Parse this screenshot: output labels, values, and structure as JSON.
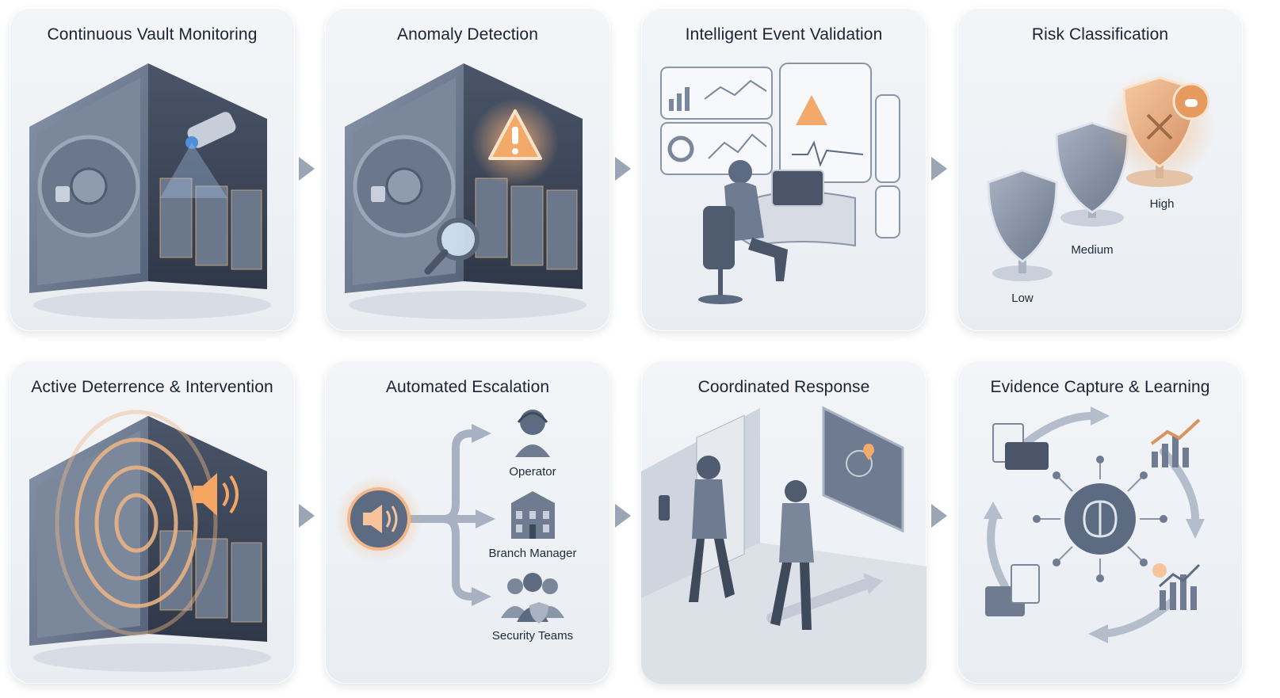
{
  "cards": [
    {
      "title": "Continuous Vault Monitoring"
    },
    {
      "title": "Anomaly Detection"
    },
    {
      "title": "Intelligent Event Validation"
    },
    {
      "title": "Risk Classification",
      "levels": [
        "Low",
        "Medium",
        "High"
      ]
    },
    {
      "title": "Active Deterrence & Intervention"
    },
    {
      "title": "Automated Escalation",
      "recipients": [
        "Operator",
        "Branch Manager",
        "Security Teams"
      ]
    },
    {
      "title": "Coordinated Response"
    },
    {
      "title": "Evidence Capture & Learning"
    }
  ],
  "colors": {
    "slate": "#5d6b82",
    "accent": "#f0a46a",
    "bg": "#eef1f5"
  },
  "icons": [
    "vault-icon",
    "camera-icon",
    "warning-icon",
    "magnifier-icon",
    "operator-icon",
    "shield-icon",
    "speaker-icon",
    "headset-icon",
    "bank-icon",
    "team-icon",
    "guard-icon",
    "brain-icon"
  ]
}
